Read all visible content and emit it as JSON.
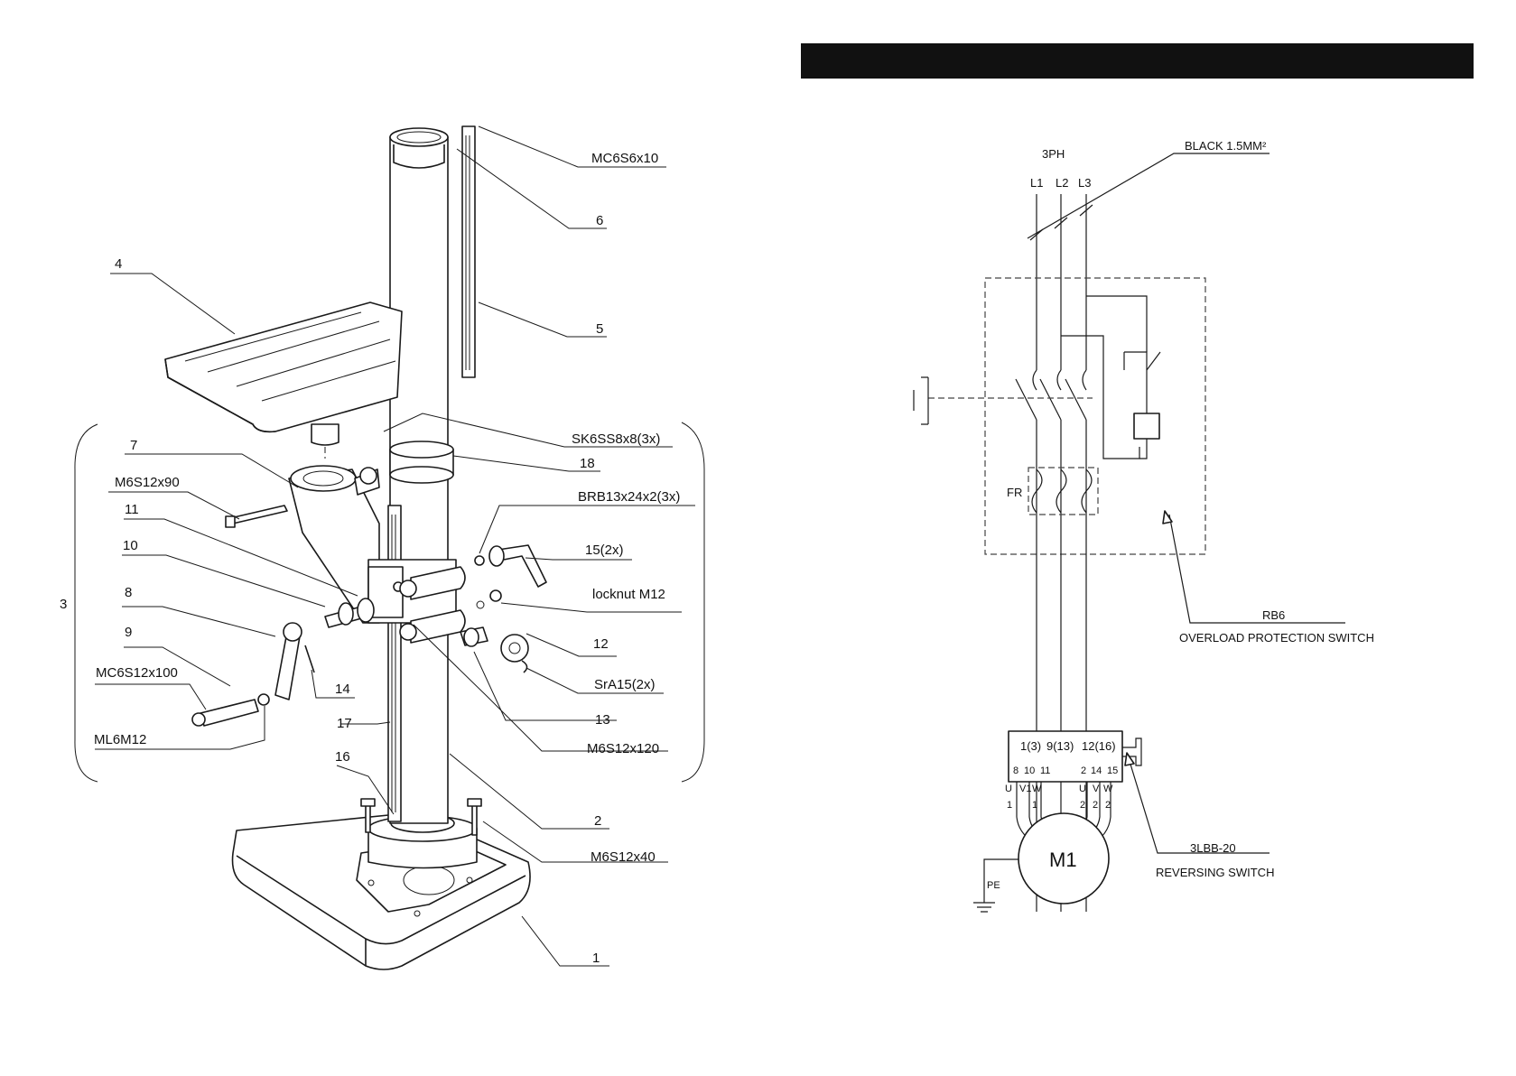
{
  "left": {
    "callouts": {
      "mc6s6x10": "MC6S6x10",
      "c6": "6",
      "c4": "4",
      "c5": "5",
      "sk6ss8x8": "SK6SS8x8(3x)",
      "c18": "18",
      "c7": "7",
      "m6s12x90": "M6S12x90",
      "brb13x24x2": "BRB13x24x2(3x)",
      "c11": "11",
      "c15": "15(2x)",
      "c10": "10",
      "c3": "3",
      "locknut": "locknut M12",
      "c8": "8",
      "c12": "12",
      "c9": "9",
      "mc6s12x100": "MC6S12x100",
      "sra15": "SrA15(2x)",
      "c14": "14",
      "c13": "13",
      "c17": "17",
      "ml6m12": "ML6M12",
      "m6s12x120": "M6S12x120",
      "c16": "16",
      "c2": "2",
      "m6s12x40": "M6S12x40",
      "c1": "1"
    }
  },
  "right": {
    "supply": "3PH",
    "phases": [
      "L1",
      "L2",
      "L3"
    ],
    "cable": "BLACK  1.5MM²",
    "fr": "FR",
    "overload_code": "RB6",
    "overload_name": "OVERLOAD PROTECTION SWITCH",
    "switch_top": [
      "1(3)",
      "9(13)",
      "12(16)"
    ],
    "switch_bottom": [
      "8",
      "10",
      "11",
      "2",
      "14",
      "15"
    ],
    "motor_terms": [
      "U",
      "V1",
      "W",
      "U",
      "V",
      "W"
    ],
    "motor_nums": [
      "1",
      "1",
      "2",
      "2",
      "2"
    ],
    "motor": "M1",
    "pe": "PE",
    "reversing_code": "3LBB-20",
    "reversing_name": "REVERSING SWITCH"
  }
}
